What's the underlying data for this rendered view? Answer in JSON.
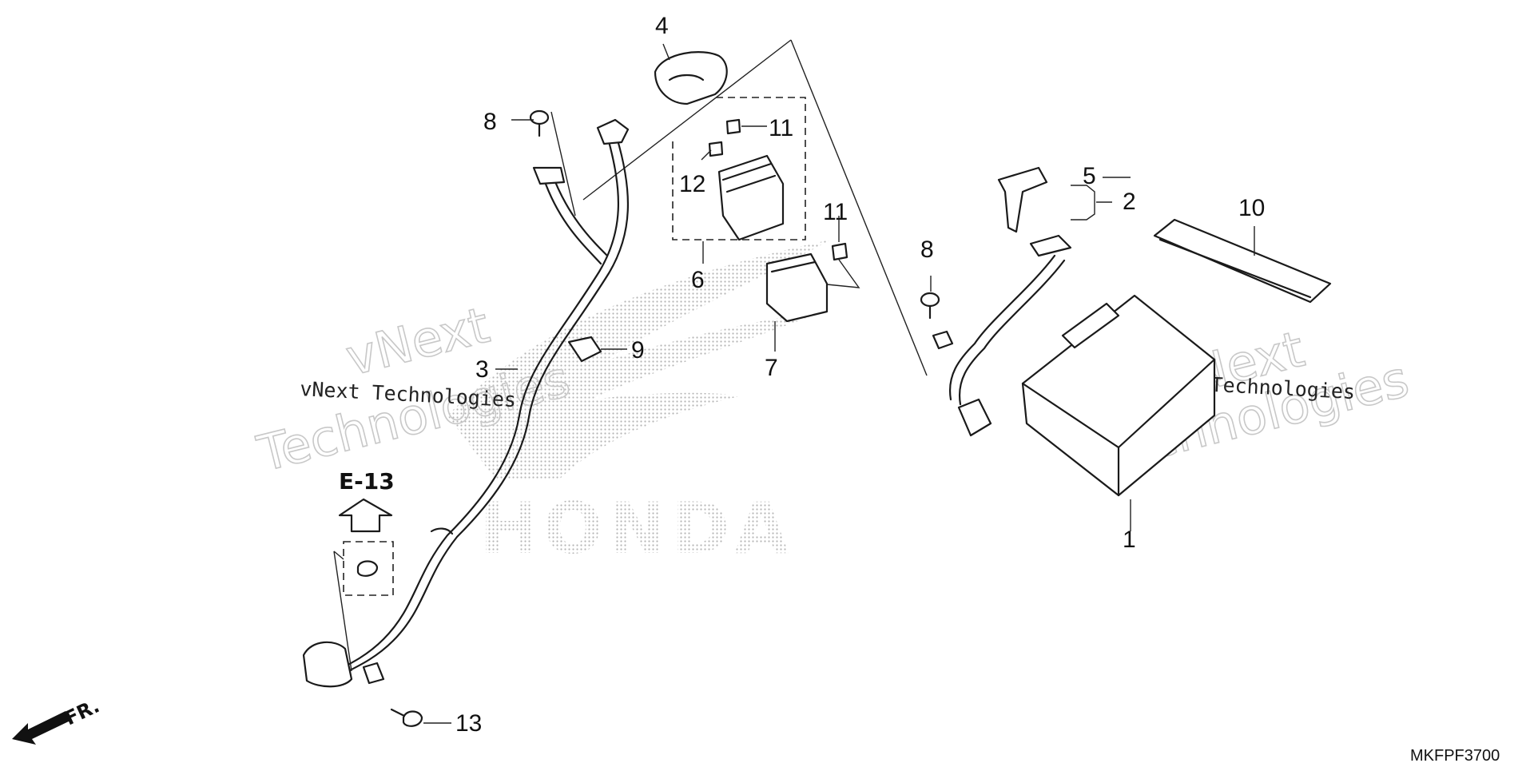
{
  "watermark": {
    "line1": "vNext",
    "line2": "Technologies",
    "full": "vNext Technologies"
  },
  "logo": {
    "text": "HONDA"
  },
  "reference": {
    "label": "E-13"
  },
  "direction": {
    "label": "FR."
  },
  "diagram_code": "MKFPF3700",
  "callouts": {
    "c1": "1",
    "c2": "2",
    "c3": "3",
    "c4": "4",
    "c5": "5",
    "c6": "6",
    "c7": "7",
    "c8a": "8",
    "c8b": "8",
    "c9": "9",
    "c10": "10",
    "c11a": "11",
    "c11b": "11",
    "c12": "12",
    "c13": "13"
  }
}
